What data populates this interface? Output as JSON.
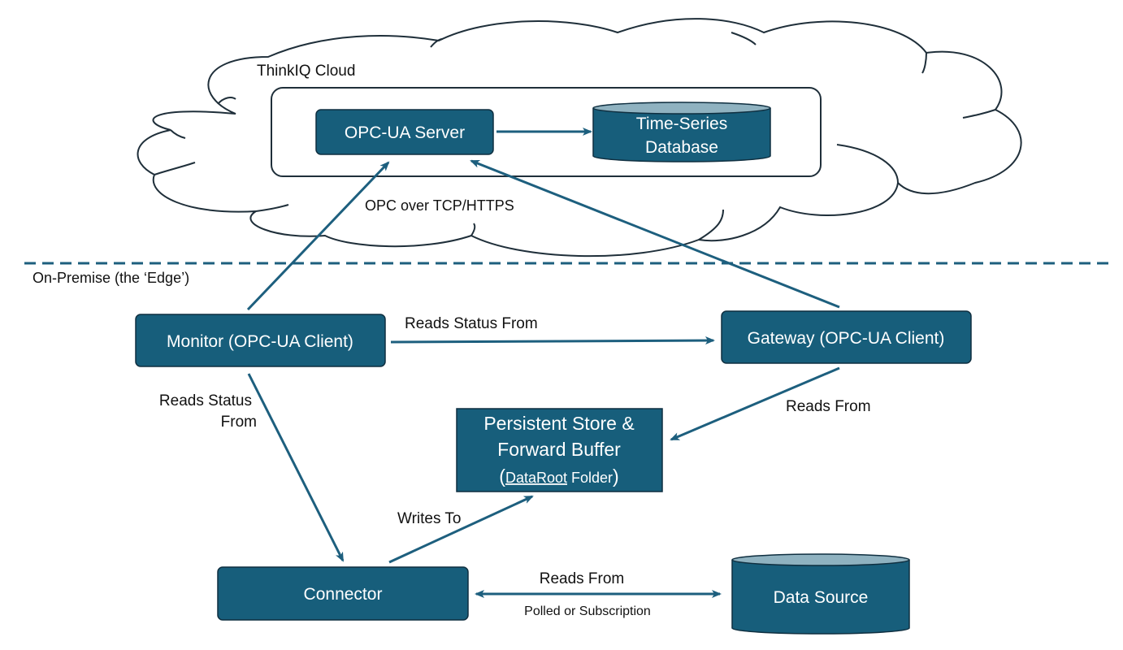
{
  "colors": {
    "node_fill": "#175e7b",
    "node_stroke": "#0f2f40",
    "edge": "#1d5f7e",
    "cylinder_top": "#8fb2c0",
    "divider": "#1d5f7e"
  },
  "zones": {
    "cloud": {
      "label": "ThinkIQ Cloud"
    },
    "edge": {
      "label": "On-Premise (the ‘Edge’)"
    }
  },
  "nodes": {
    "opcua_server": {
      "label": "OPC-UA Server"
    },
    "timeseries_db": {
      "line1": "Time-Series",
      "line2": "Database"
    },
    "monitor": {
      "label": "Monitor (OPC-UA Client)"
    },
    "gateway": {
      "label": "Gateway (OPC-UA Client)"
    },
    "store": {
      "line1": "Persistent Store &",
      "line2": "Forward Buffer",
      "line3_open": "(",
      "line3_name": "DataRoot",
      "line3_rest": " Folder",
      "line3_close": ")"
    },
    "connector": {
      "label": "Connector"
    },
    "data_source": {
      "label": "Data Source"
    }
  },
  "edges": {
    "opc_transport": "OPC over TCP/HTTPS",
    "monitor_gateway": "Reads Status From",
    "monitor_connector_line1": "Reads Status",
    "monitor_connector_line2": "From",
    "gateway_store": "Reads From",
    "connector_store": "Writes To",
    "connector_source": "Reads From",
    "connector_source_note": "Polled or Subscription"
  }
}
